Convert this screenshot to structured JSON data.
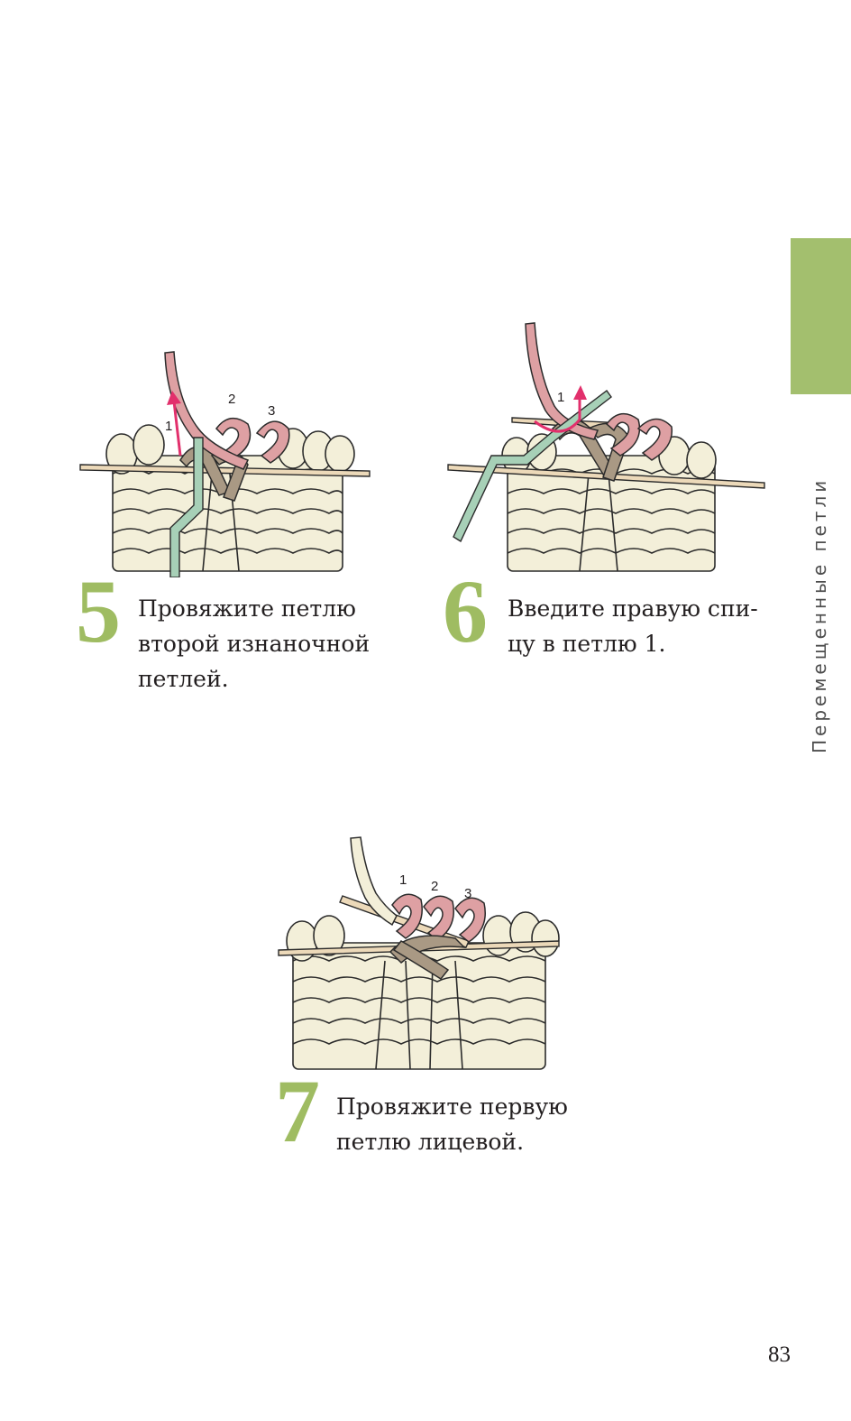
{
  "section_tab": {
    "label": "Перемещенные петли",
    "color": "#a3bf6e"
  },
  "steps": [
    {
      "number": "5",
      "lines": [
        "Провяжите петлю",
        "второй изнаночной",
        "петлей."
      ],
      "loop_labels": [
        "1",
        "2",
        "3"
      ]
    },
    {
      "number": "6",
      "lines": [
        "Введите правую спи-",
        "цу в петлю 1."
      ],
      "loop_labels": [
        "1"
      ]
    },
    {
      "number": "7",
      "lines": [
        "Провяжите первую",
        "петлю лицевой."
      ],
      "loop_labels": [
        "1",
        "2",
        "3"
      ]
    }
  ],
  "page_number": "83",
  "colors": {
    "accent_green": "#9fbc62",
    "yarn_cream": "#f3efd9",
    "yarn_outline": "#2b2b2b",
    "loop_pink": "#dea0a3",
    "loop_taupe": "#a99984",
    "cable_needle": "#a7d0b7",
    "needle": "#ecd9b9",
    "arrow": "#e2306c"
  }
}
